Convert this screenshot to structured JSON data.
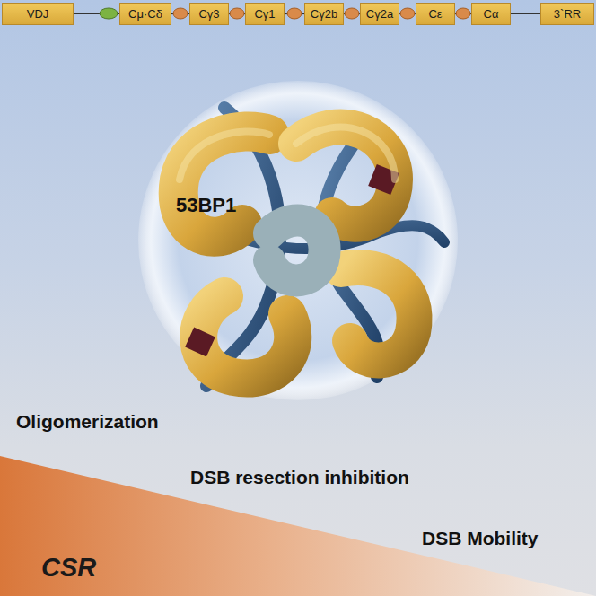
{
  "diagram": {
    "nodes": [
      {
        "text": [
          "VDJ"
        ]
      },
      {
        "text": [
          "Cμ·Cδ"
        ]
      },
      {
        "text": [
          "Cγ3"
        ]
      },
      {
        "text": [
          "Cγ1"
        ]
      },
      {
        "text": [
          "Cγ2b"
        ]
      },
      {
        "text": [
          "Cγ2a"
        ]
      },
      {
        "text": [
          "Cε"
        ]
      },
      {
        "text": [
          "Cα"
        ]
      },
      {
        "text": [
          "3`RR"
        ]
      }
    ],
    "edges": [
      {
        "from": 0,
        "to": 1,
        "arrow": "none"
      },
      {
        "from": 1,
        "to": 2,
        "arrow": "none"
      },
      {
        "from": 2,
        "to": 3,
        "arrow": "none"
      },
      {
        "from": 3,
        "to": 4,
        "arrow": "none"
      },
      {
        "from": 4,
        "to": 5,
        "arrow": "none"
      },
      {
        "from": 5,
        "to": 6,
        "arrow": "none"
      },
      {
        "from": 6,
        "to": 7,
        "arrow": "none"
      },
      {
        "from": 7,
        "to": 8,
        "arrow": "none"
      }
    ],
    "labels": [
      "53BP1",
      "Oligomerization",
      "DSB resection inhibition",
      "DSB Mobility",
      "CSR"
    ]
  }
}
